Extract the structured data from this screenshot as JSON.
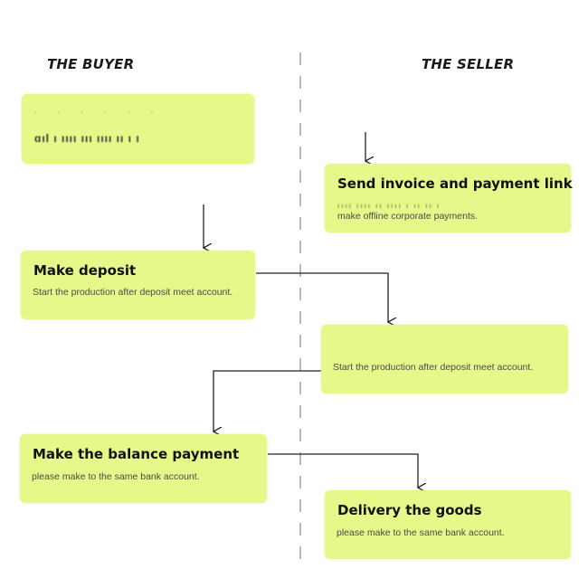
{
  "columns": {
    "buyer": "THE BUYER",
    "seller": "THE SELLER"
  },
  "steps": {
    "buyer_1": {
      "heading": "",
      "description": ""
    },
    "seller_1": {
      "heading": "Send invoice and payment link",
      "description": "make offline corporate payments."
    },
    "buyer_2": {
      "heading": "Make deposit",
      "description": "Start the production after deposit meet account."
    },
    "seller_2": {
      "heading": "",
      "description": "Start the production after deposit meet account."
    },
    "buyer_3": {
      "heading": "Make the balance payment",
      "description": "please make to the same bank account."
    },
    "seller_3": {
      "heading": "Delivery the goods",
      "description": "please make to the same bank account."
    }
  },
  "colors": {
    "box_fill": "#e6f88a",
    "arrow": "#222222",
    "divider": "#9a9a9a"
  }
}
